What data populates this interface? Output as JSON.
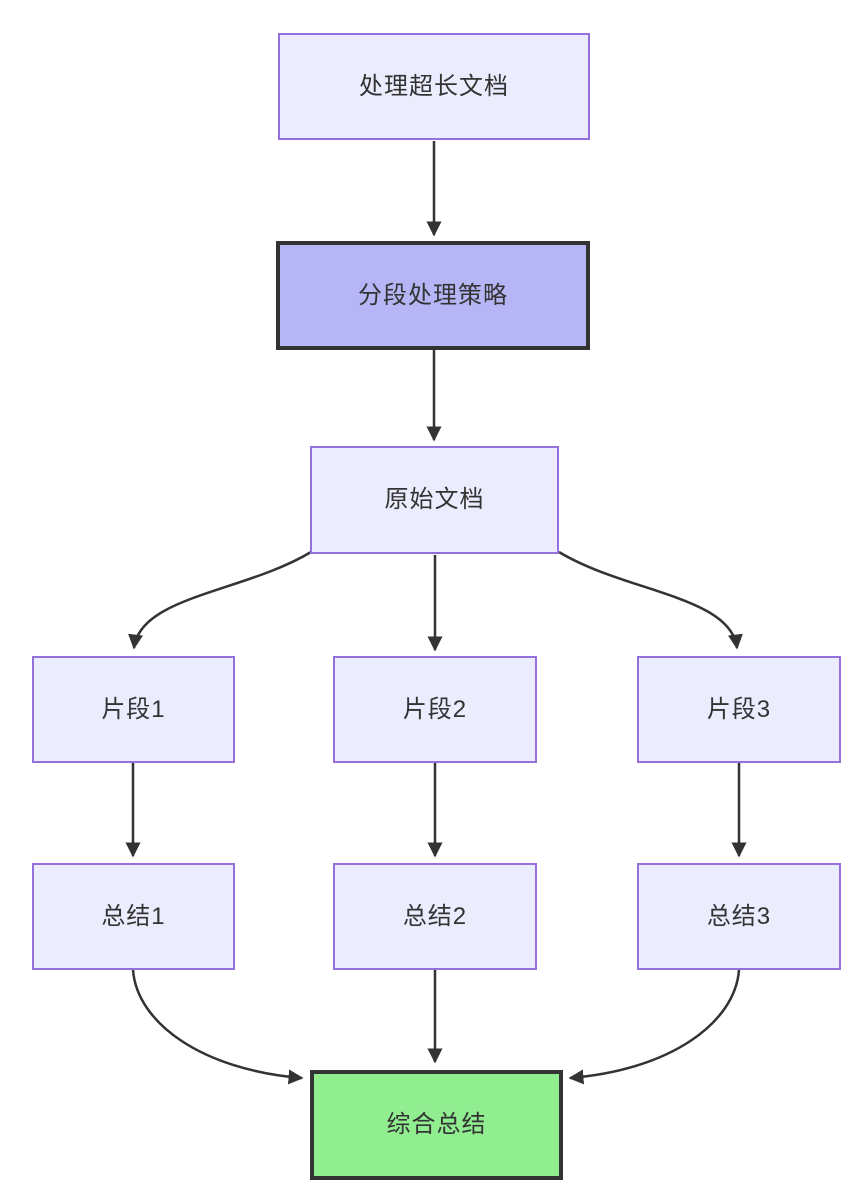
{
  "diagram": {
    "type": "flowchart",
    "direction": "top-down",
    "background_color": "#ffffff",
    "text_color": "#333333",
    "edge_color": "#333333",
    "default_node_fill": "#ECECFF",
    "default_node_border": "#9370DB",
    "nodes": {
      "process_long_doc": {
        "label": "处理超长文档",
        "fill": "#ECECFF",
        "border_color": "#9370DB"
      },
      "segment_strategy": {
        "label": "分段处理策略",
        "fill": "#B6B6F6",
        "border_color": "#333333"
      },
      "original_doc": {
        "label": "原始文档",
        "fill": "#ECECFF",
        "border_color": "#9370DB"
      },
      "fragment_1": {
        "label": "片段1",
        "fill": "#ECECFF",
        "border_color": "#9370DB"
      },
      "fragment_2": {
        "label": "片段2",
        "fill": "#ECECFF",
        "border_color": "#9370DB"
      },
      "fragment_3": {
        "label": "片段3",
        "fill": "#ECECFF",
        "border_color": "#9370DB"
      },
      "summary_1": {
        "label": "总结1",
        "fill": "#ECECFF",
        "border_color": "#9370DB"
      },
      "summary_2": {
        "label": "总结2",
        "fill": "#ECECFF",
        "border_color": "#9370DB"
      },
      "summary_3": {
        "label": "总结3",
        "fill": "#ECECFF",
        "border_color": "#9370DB"
      },
      "final_summary": {
        "label": "综合总结",
        "fill": "#90EE90",
        "border_color": "#333333"
      }
    },
    "edges": [
      {
        "from": "处理超长文档",
        "to": "分段处理策略"
      },
      {
        "from": "分段处理策略",
        "to": "原始文档"
      },
      {
        "from": "原始文档",
        "to": "片段1"
      },
      {
        "from": "原始文档",
        "to": "片段2"
      },
      {
        "from": "原始文档",
        "to": "片段3"
      },
      {
        "from": "片段1",
        "to": "总结1"
      },
      {
        "from": "片段2",
        "to": "总结2"
      },
      {
        "from": "片段3",
        "to": "总结3"
      },
      {
        "from": "总结1",
        "to": "综合总结"
      },
      {
        "from": "总结2",
        "to": "综合总结"
      },
      {
        "from": "总结3",
        "to": "综合总结"
      }
    ]
  }
}
